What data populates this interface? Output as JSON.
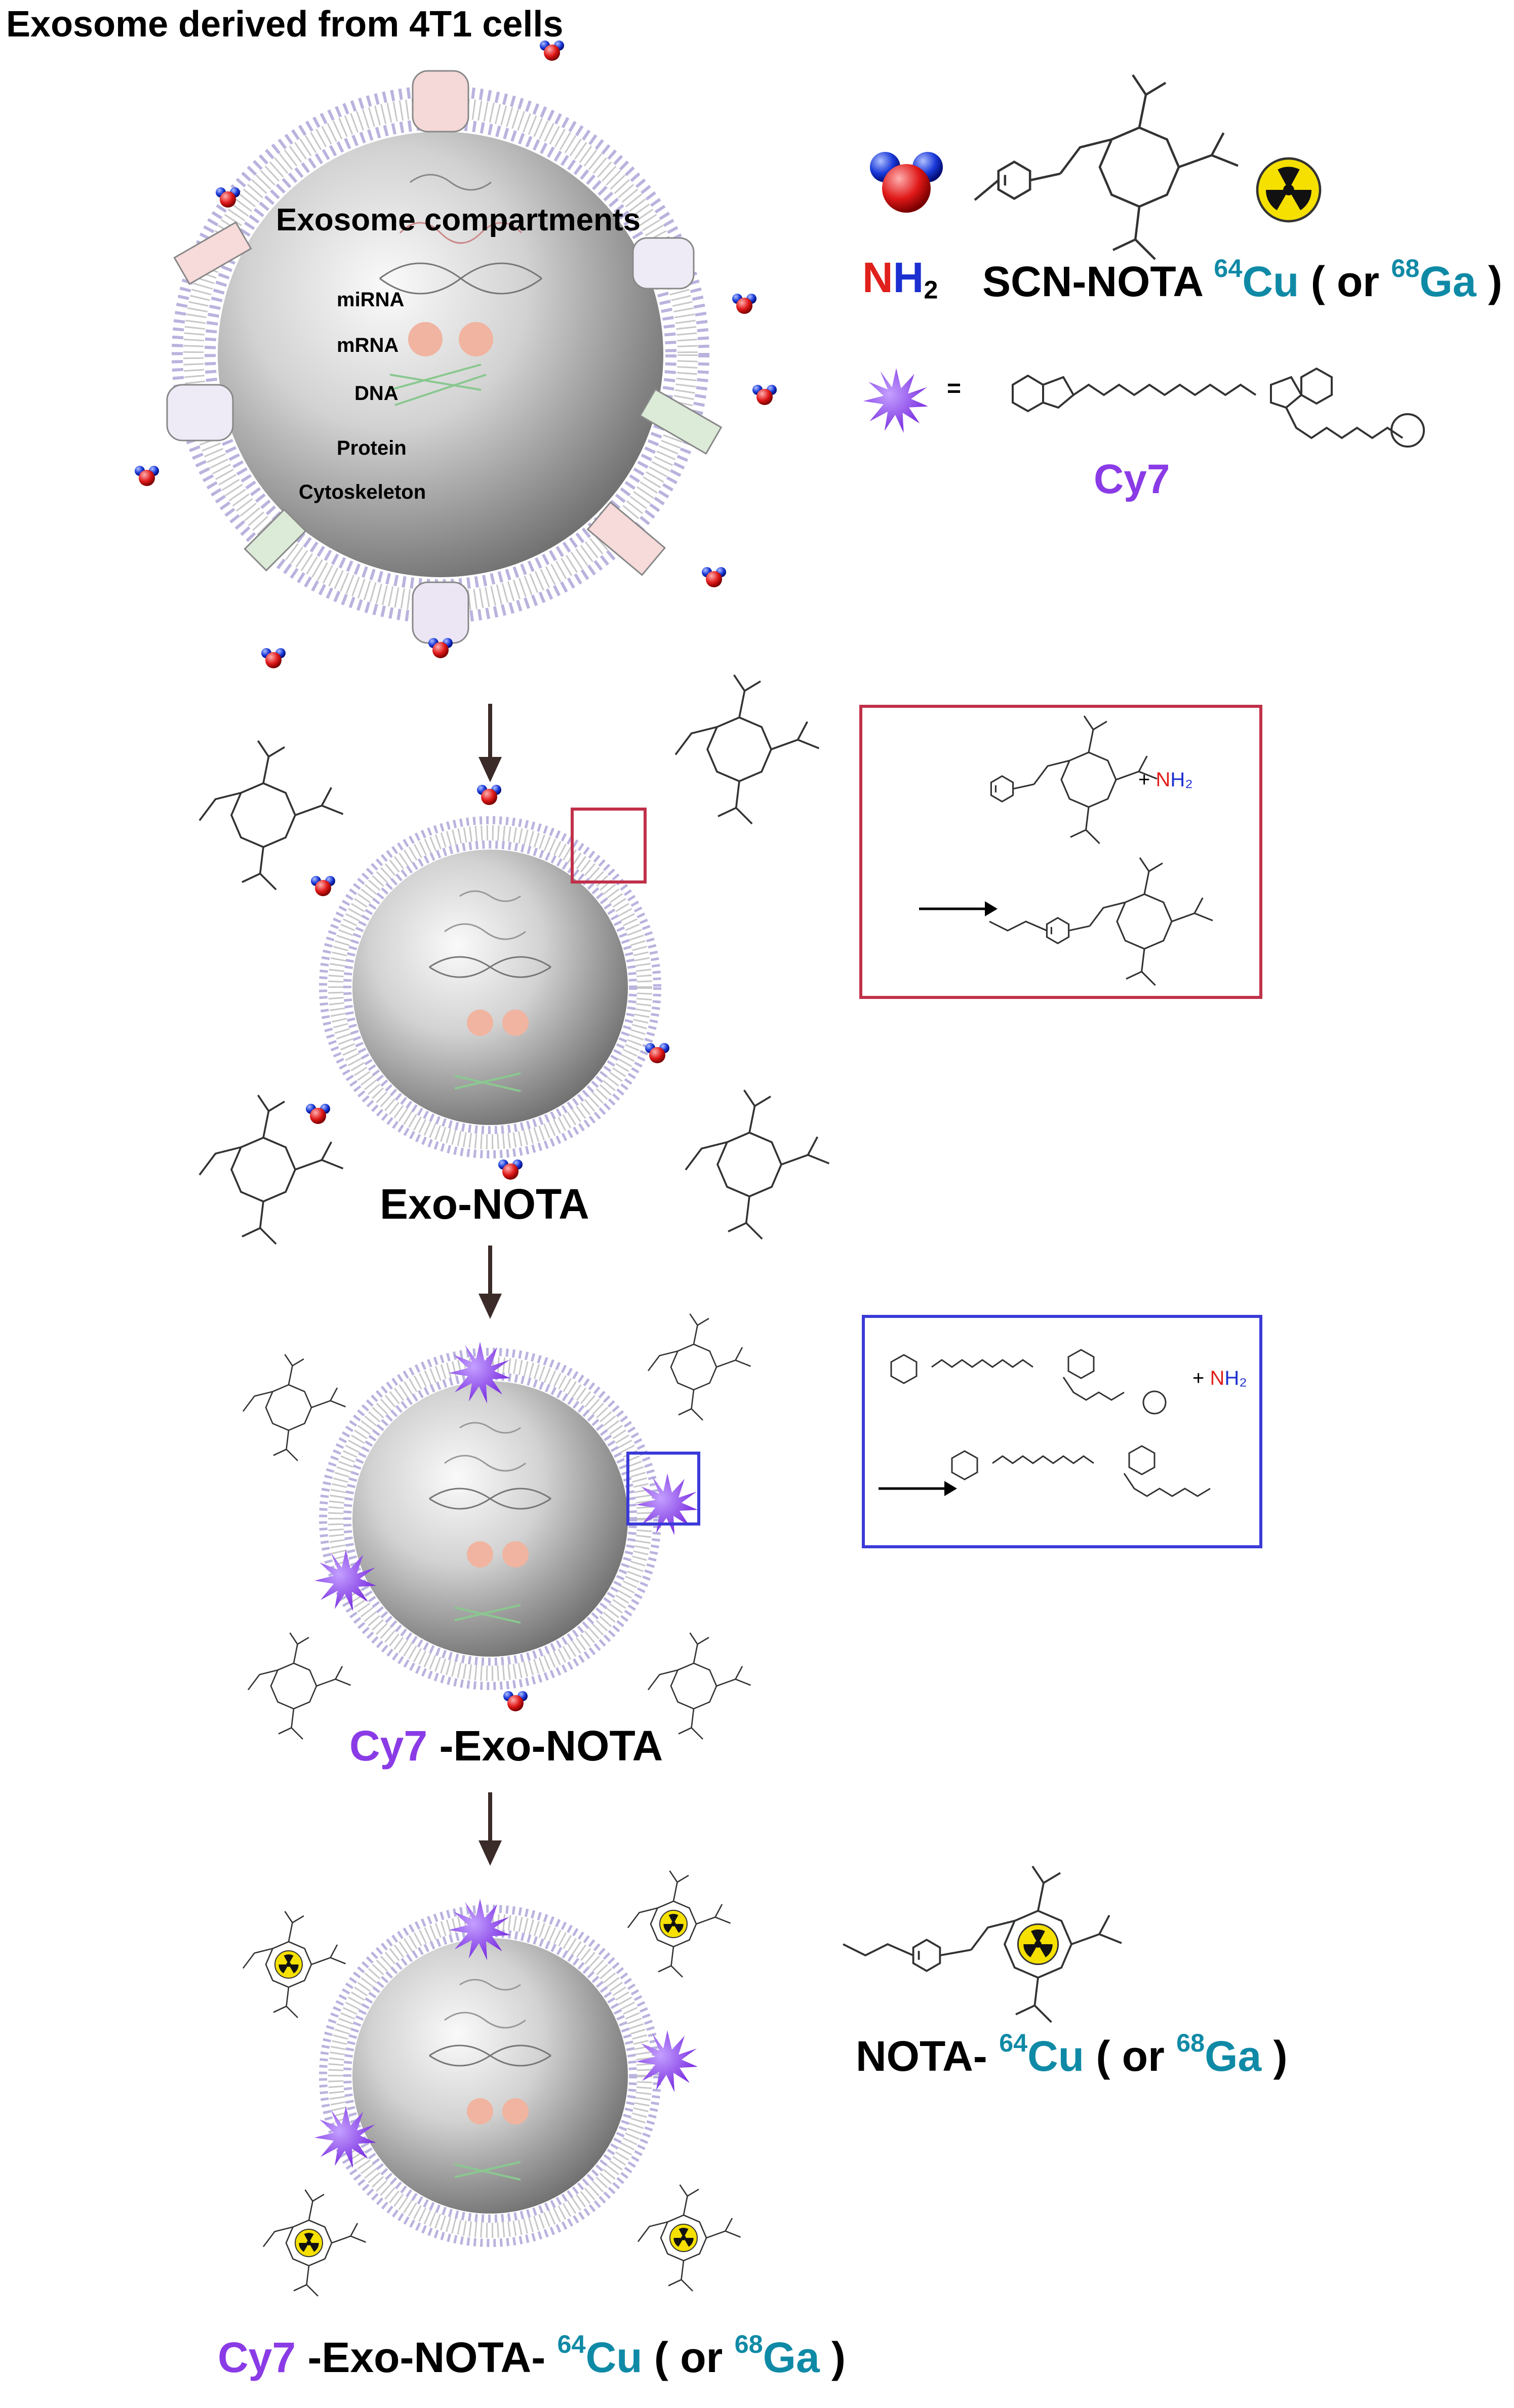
{
  "title": "Exosome derived from 4T1 cells",
  "compartments": {
    "heading": "Exosome compartments",
    "items": [
      "miRNA",
      "mRNA",
      "DNA",
      "Protein",
      "Cytoskeleton"
    ]
  },
  "legend": {
    "amine": {
      "n": "N",
      "h": "H",
      "sub": "2"
    },
    "chelator": "SCN-NOTA",
    "isotope1": {
      "mass": "64",
      "symbol": "Cu"
    },
    "isotope_or": "( or",
    "isotope2": {
      "mass": "68",
      "symbol": "Ga"
    },
    "close_paren": ")",
    "equals": "=",
    "dye": "Cy7"
  },
  "reaction_boxes": {
    "nota_plus": "+",
    "nota_amine": {
      "n": "N",
      "h": "H₂"
    },
    "cy7_plus": "+",
    "cy7_amine": {
      "n": "N",
      "h": "H₂"
    }
  },
  "stages": {
    "exo_nota": "Exo-NOTA",
    "cy7_exo_nota": {
      "dye": "Cy7",
      "rest": "-Exo-NOTA"
    },
    "final": {
      "dye": "Cy7",
      "rest": "-Exo-NOTA-",
      "mass": "64",
      "symbol": "Cu",
      "or": "( or",
      "mass2": "68",
      "symbol2": "Ga",
      "close": ")"
    }
  },
  "nota_radiolabel": {
    "prefix": "NOTA-",
    "mass": "64",
    "symbol": "Cu",
    "or": "( or",
    "mass2": "68",
    "symbol2": "Ga",
    "close": ")"
  },
  "colors": {
    "dye": "#8a3be6",
    "isotope": "#0f8aa6",
    "nitrogen": "#e0201c",
    "hydrogen": "#1c2fd0",
    "nota_box": "#c0304a",
    "cy7_box": "#3a3ad8",
    "radiation": "#f5e000"
  }
}
